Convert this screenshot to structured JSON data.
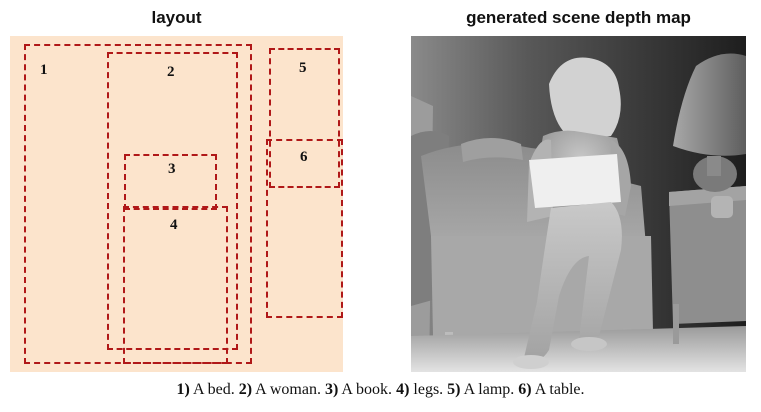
{
  "panels": {
    "layout_title": "layout",
    "depth_title": "generated scene depth map"
  },
  "layout_boxes": [
    {
      "label": "1",
      "object": "A bed."
    },
    {
      "label": "2",
      "object": "A woman."
    },
    {
      "label": "3",
      "object": "A book."
    },
    {
      "label": "4",
      "object": "legs."
    },
    {
      "label": "5",
      "object": "A lamp."
    },
    {
      "label": "6",
      "object": "A table."
    }
  ],
  "caption": {
    "items": [
      {
        "num": "1)",
        "text": " A bed. "
      },
      {
        "num": "2)",
        "text": " A woman. "
      },
      {
        "num": "3)",
        "text": " A book. "
      },
      {
        "num": "4)",
        "text": " legs. "
      },
      {
        "num": "5)",
        "text": " A lamp. "
      },
      {
        "num": "6)",
        "text": " A table."
      }
    ]
  },
  "colors": {
    "layout_background": "#fce4cc",
    "box_border": "#b01818"
  }
}
